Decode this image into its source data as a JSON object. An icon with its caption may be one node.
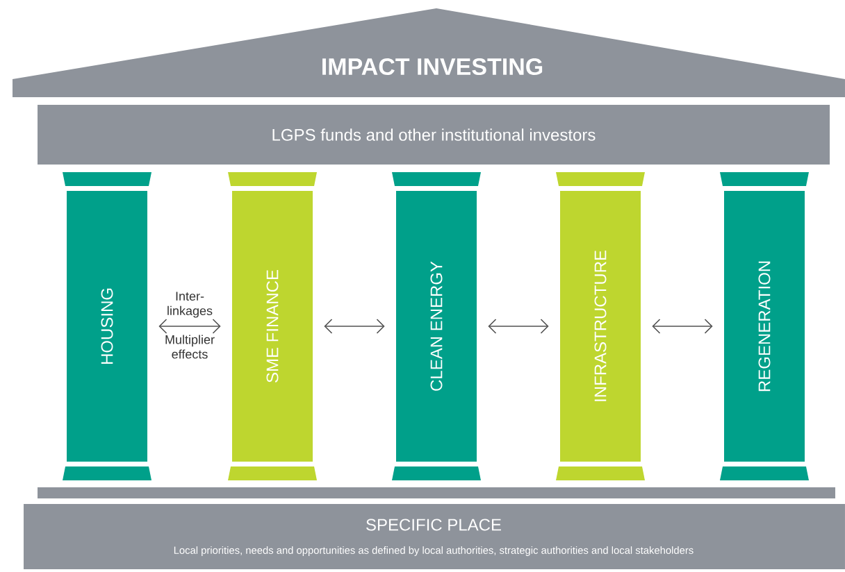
{
  "diagram": {
    "nodes": [
      {
        "text": [
          "IMPACT INVESTING"
        ]
      },
      {
        "text": [
          "LGPS funds and other institutional investors"
        ]
      },
      {
        "text": [
          "HOUSING"
        ]
      },
      {
        "text": [
          "SME FINANCE"
        ]
      },
      {
        "text": [
          "CLEAN ENERGY"
        ]
      },
      {
        "text": [
          "INFRASTRUCTURE"
        ]
      },
      {
        "text": [
          "REGENERATION"
        ]
      },
      {
        "text": [
          "SPECIFIC PLACE",
          "Local priorities, needs and opportunities as defined by local authorities, strategic authorities and local stakeholders"
        ]
      }
    ],
    "edges": [
      {
        "from": 2,
        "to": 3,
        "arrow": "both",
        "label": "Inter-linkages"
      },
      {
        "from": 3,
        "to": 4,
        "arrow": "both"
      },
      {
        "from": 4,
        "to": 5,
        "arrow": "both"
      },
      {
        "from": 5,
        "to": 6,
        "arrow": "both"
      }
    ],
    "labels": [
      "Multiplier effects"
    ]
  }
}
